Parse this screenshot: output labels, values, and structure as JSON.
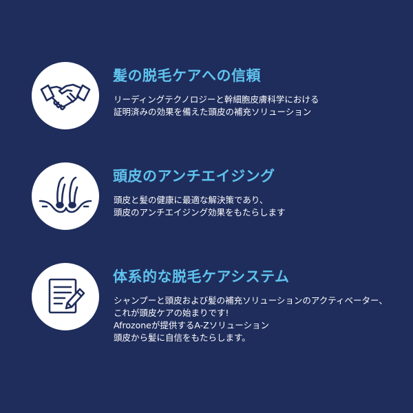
{
  "features": [
    {
      "icon": "handshake-icon",
      "title": "髪の脱毛ケアへの信頼",
      "lines": [
        "リーディングテクノロジーと幹細胞皮膚科学における",
        "証明済みの効果を備えた頭皮の補充ソリューション"
      ]
    },
    {
      "icon": "scalp-hair-icon",
      "title": "頭皮のアンチエイジング",
      "lines": [
        "頭皮と髪の健康に最適な解決策であり、",
        "頭皮のアンチエイジング効果をもたらします"
      ]
    },
    {
      "icon": "document-pen-icon",
      "title": "体系的な脱毛ケアシステム",
      "lines": [
        "シャンプーと頭皮および髪の補充ソリューションのアクティベーター、",
        "これが頭皮ケアの始まりです!",
        "Afrozoneが提供するA-Zソリューション",
        "頭皮から髪に自信をもたらします。"
      ]
    }
  ],
  "colors": {
    "background": "#1f2d5c",
    "title": "#5fc3ee",
    "text": "#ffffff",
    "icon_stroke": "#1f2d5c"
  }
}
